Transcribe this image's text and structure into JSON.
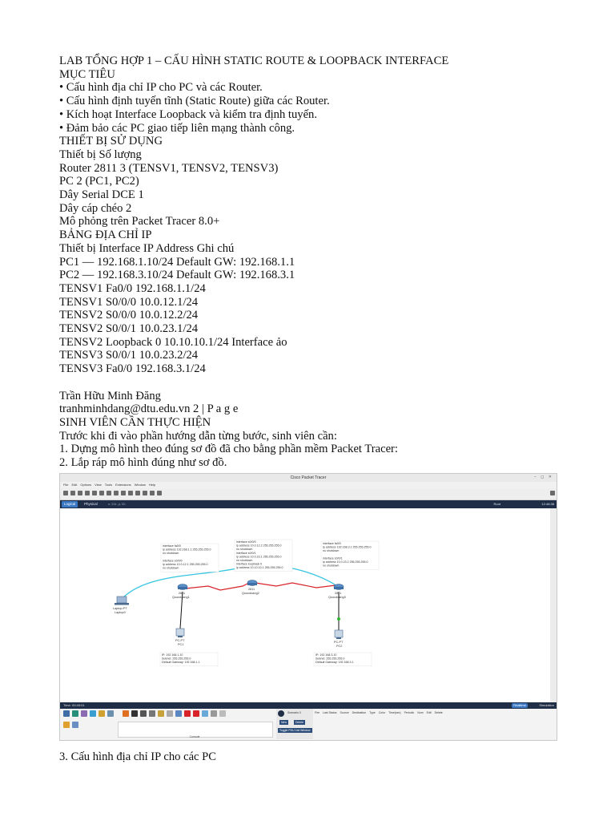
{
  "document": {
    "lines_top": [
      "LAB TỔNG HỢP 1 – CẤU HÌNH STATIC ROUTE & LOOPBACK INTERFACE",
      "MỤC TIÊU",
      "• Cấu hình địa chỉ IP cho PC và các Router.",
      "• Cấu hình định tuyến tĩnh (Static Route) giữa các Router.",
      "• Kích hoạt Interface Loopback và kiểm tra định tuyến.",
      "• Đảm bảo các PC giao tiếp liên mạng thành công.",
      "THIẾT BỊ SỬ DỤNG",
      "Thiết bị Số lượng",
      "Router 2811 3 (TENSV1, TENSV2, TENSV3)",
      "PC 2 (PC1, PC2)",
      "Dây Serial DCE 1",
      "Dây cáp chéo 2",
      "Mô phỏng trên Packet Tracer 8.0+",
      "BẢNG ĐỊA CHỈ IP",
      "Thiết bị Interface IP Address Ghi chú",
      "PC1 — 192.168.1.10/24 Default GW: 192.168.1.1",
      "PC2 — 192.168.3.10/24 Default GW: 192.168.3.1",
      "TENSV1 Fa0/0 192.168.1.1/24",
      "TENSV1 S0/0/0 10.0.12.1/24",
      "TENSV2 S0/0/0 10.0.12.2/24",
      "TENSV2 S0/0/1 10.0.23.1/24",
      "TENSV2 Loopback 0 10.10.10.1/24 Interface ảo",
      "TENSV3 S0/0/1 10.0.23.2/24",
      "TENSV3 Fa0/0 192.168.3.1/24"
    ],
    "lines_bottom": [
      "Trần Hữu Minh Đăng",
      "tranhminhdang@dtu.edu.vn 2 | P a g e",
      "SINH VIÊN CẦN THỰC HIỆN",
      "Trước khi đi vào phần hướng dẫn từng bước, sinh viên cần:",
      "1. Dựng mô hình theo đúng sơ đồ đã cho bằng phần mềm Packet Tracer:",
      "2. Lắp ráp mô hình đúng như sơ đồ."
    ],
    "final_line": "3. Cấu hình địa chỉ IP cho các PC"
  },
  "screenshot": {
    "window_title": "Cisco Packet Tracer",
    "menu": [
      "File",
      "Edit",
      "Options",
      "View",
      "Tools",
      "Extensions",
      "Window",
      "Help"
    ],
    "logical_tab": "Logical",
    "physical_tab": "Physical",
    "coords": "x: 211, y: 20",
    "root_label": "Root",
    "clock": "12:48:38",
    "time_label": "Time: 00:45:01",
    "realtime_label": "Realtime",
    "simulation_label": "Simulation",
    "console_label": "Console",
    "scenario_label": "Scenario 0",
    "new_button": "New",
    "delete_button": "Delete",
    "toggle_button": "Toggle PDU List Window",
    "pdu_columns": [
      "Fire",
      "Last Status",
      "Source",
      "Destination",
      "Type",
      "Color",
      "Time(sec)",
      "Periodic",
      "Num",
      "Edit",
      "Delete"
    ],
    "devices": {
      "r1": {
        "model": "2811",
        "name": "Quocdoang1"
      },
      "r2": {
        "model": "2811",
        "name": "Quocdoang2"
      },
      "r3": {
        "model": "2811",
        "name": "Quocdoang3"
      },
      "pc1": {
        "model": "PC-PT",
        "name": "PC1"
      },
      "pc2": {
        "model": "PC-PT",
        "name": "PC2"
      },
      "laptop": {
        "model": "Laptop-PT",
        "name": "Laptop0"
      }
    },
    "notes": {
      "r1_config": [
        "interface fa0/0",
        "ip address 192.168.1.1 255.255.255.0",
        "no shutdown",
        "",
        "interface s0/0/0",
        "ip address 10.0.12.1 255.255.255.0",
        "no shutdown"
      ],
      "r2_config": [
        "interface s0/0/0",
        "ip address 10.0.12.2 255.255.255.0",
        "no shutdown",
        "interface s0/0/1",
        "ip address 10.0.23.1 255.255.255.0",
        "no shutdown",
        "interface loopback 0",
        "ip address 10.10.10.1 255.255.255.0"
      ],
      "r3_config": [
        "interface fa0/0",
        "ip address 192.168.3.1 255.255.255.0",
        "no shutdown",
        "",
        "interface s0/0/1",
        "ip address 10.0.23.2 255.255.255.0",
        "no shutdown"
      ],
      "pc1_info": [
        "IP: 192.168.1.10",
        "Subnet: 255.255.255.0",
        "Default Gateway: 192.168.1.1"
      ],
      "pc2_info": [
        "IP: 192.168.3.10",
        "Subnet: 255.255.255.0",
        "Default Gateway: 192.168.3.1"
      ]
    },
    "colors": {
      "nav_bar": "#1f2e46",
      "serial_link": "#d8232a",
      "wireless_link": "#36c5e0",
      "ethernet_link": "#111111",
      "link_indicator": "#2eb82e"
    }
  }
}
